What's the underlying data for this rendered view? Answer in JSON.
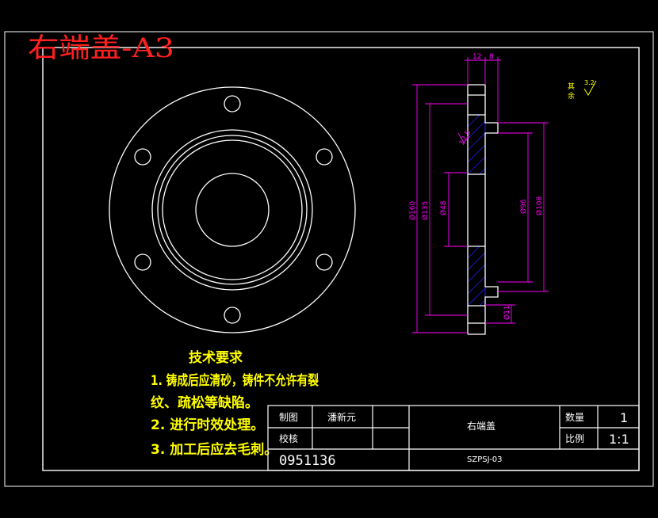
{
  "drawing_title": "右端盖-A3",
  "technical_requirements": {
    "heading": "技术要求",
    "line1": "1. 铸成后应清砂，铸件不允许有裂",
    "line2": "纹、疏松等缺陷。",
    "line3": "2. 进行时效处理。",
    "line4": "3. 加工后应去毛刺。"
  },
  "title_block": {
    "drawn_by_label": "制图",
    "drawn_by_name": "潘新元",
    "checked_label": "校核",
    "student_id": "0951136",
    "part_name": "右端盖",
    "drawing_number": "SZPSJ-03",
    "quantity_label": "数量",
    "quantity_value": "1",
    "scale_label": "比例",
    "scale_value": "1:1"
  },
  "surface_note": {
    "text1": "其",
    "text2": "余",
    "roughness": "3.2"
  },
  "dimensions": {
    "top_a": "12",
    "top_b": "8",
    "d_outer": "Ø160",
    "d_135": "Ø135",
    "d_bore": "Ø48",
    "d_boss": "Ø96",
    "d_pilot": "Ø108",
    "roughness_side": "12.5",
    "bottom": "Ø11"
  },
  "colors": {
    "border": "#ffffff",
    "title_red": "#ff2020",
    "text_yellow": "#ffff00",
    "dim_magenta": "#ff00ff",
    "hatch_blue": "#2020ff"
  }
}
